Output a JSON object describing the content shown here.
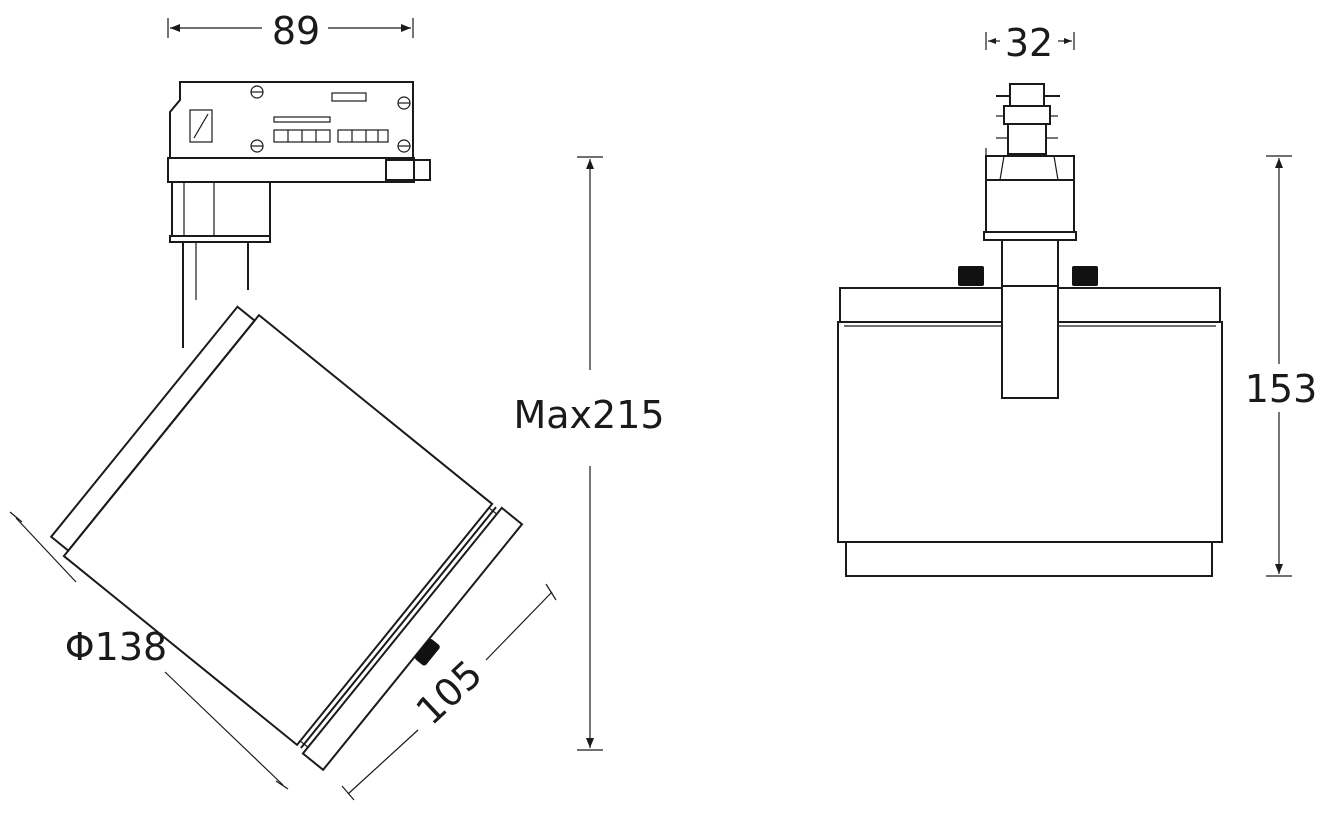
{
  "dimensions": {
    "side_width": "89",
    "adapter_width": "32",
    "max_height": "Max215",
    "diameter": "Φ138",
    "body_length": "105",
    "front_height": "153"
  },
  "colors": {
    "line": "#1a1a1a",
    "background": "#ffffff"
  }
}
